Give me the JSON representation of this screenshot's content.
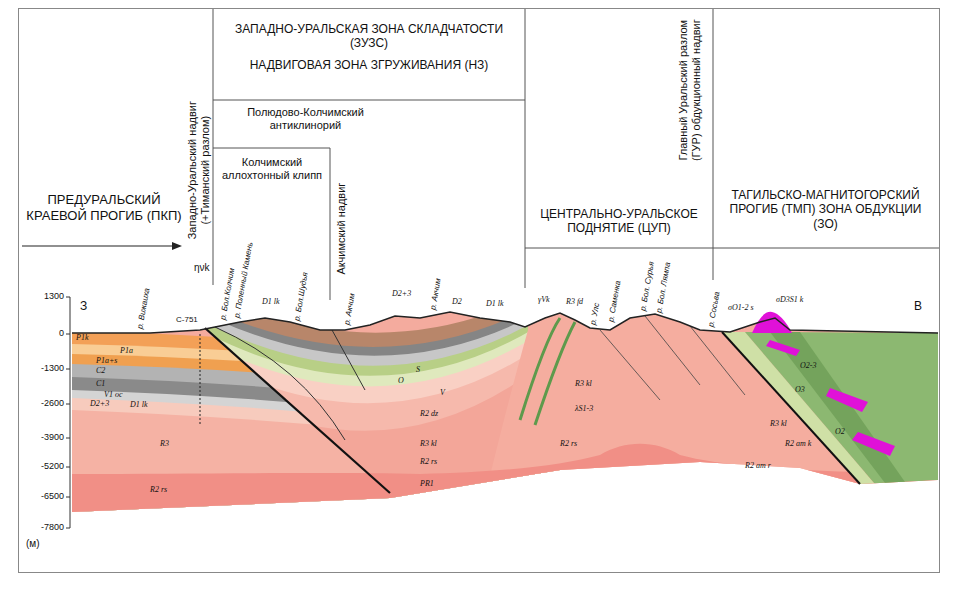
{
  "diagram": {
    "labels": [
      "ПРЕДУРАЛЬСКИЙ КРАЕВОЙ ПРОГИБ (ПКП)",
      "Западно-Уральский надвиг (+Тиманский разлом)",
      "ЗАПАДНО-УРАЛЬСКАЯ ЗОНА СКЛАДЧАТОСТИ (ЗУЗС)",
      "НАДВИГОВАЯ ЗОНА ЗГРУЖИВАНИЯ (НЗ)",
      "Полюдово-Колчимский антиклинорий",
      "Колчимский аллохтонный клипп",
      "Акчимский надвиг",
      "ЦЕНТРАЛЬНО-УРАЛЬСКОЕ ПОДНЯТИЕ (ЦУП)",
      "Главный Уральский разлом (ГУР) обдукционный надвиг",
      "ТАГИЛЬСКО-МАГНИТОГОРСКИЙ ПРОГИБ (ТМП) ЗОНА ОБДУКЦИИ (ЗО)",
      "1300",
      "0",
      "-1300",
      "-2600",
      "-3900",
      "-5200",
      "-6500",
      "-7800",
      "(м)",
      "З",
      "В",
      "р. Вижаиха",
      "р. Бол.Колчим",
      "р. Поленный Камень",
      "р. Бол.Шудья",
      "р. Акчим",
      "р. Акчим",
      "р. Улс",
      "р. Саменка",
      "р. Бол. Сурья",
      "р. Бол. Лямпа",
      "р. Сосьва",
      "С-751",
      "ηνk",
      "P1k",
      "P1a",
      "P1a+s",
      "C2",
      "C1",
      "V1 ос",
      "D2+3",
      "D1 lk",
      "R3",
      "R2 rs",
      "D1 lk",
      "D2+3",
      "D2",
      "D1 lk",
      "S",
      "O",
      "V",
      "R2 dz",
      "R3 kl",
      "R2 rs",
      "PR1",
      "γVk",
      "R3 fd",
      "λS1-3",
      "R3 kl",
      "R2 rs",
      "σO1-2 s",
      "σD3S1 k",
      "O2-3",
      "O3",
      "O2",
      "R3 kl",
      "R2 am r",
      "R2 am k"
    ]
  }
}
